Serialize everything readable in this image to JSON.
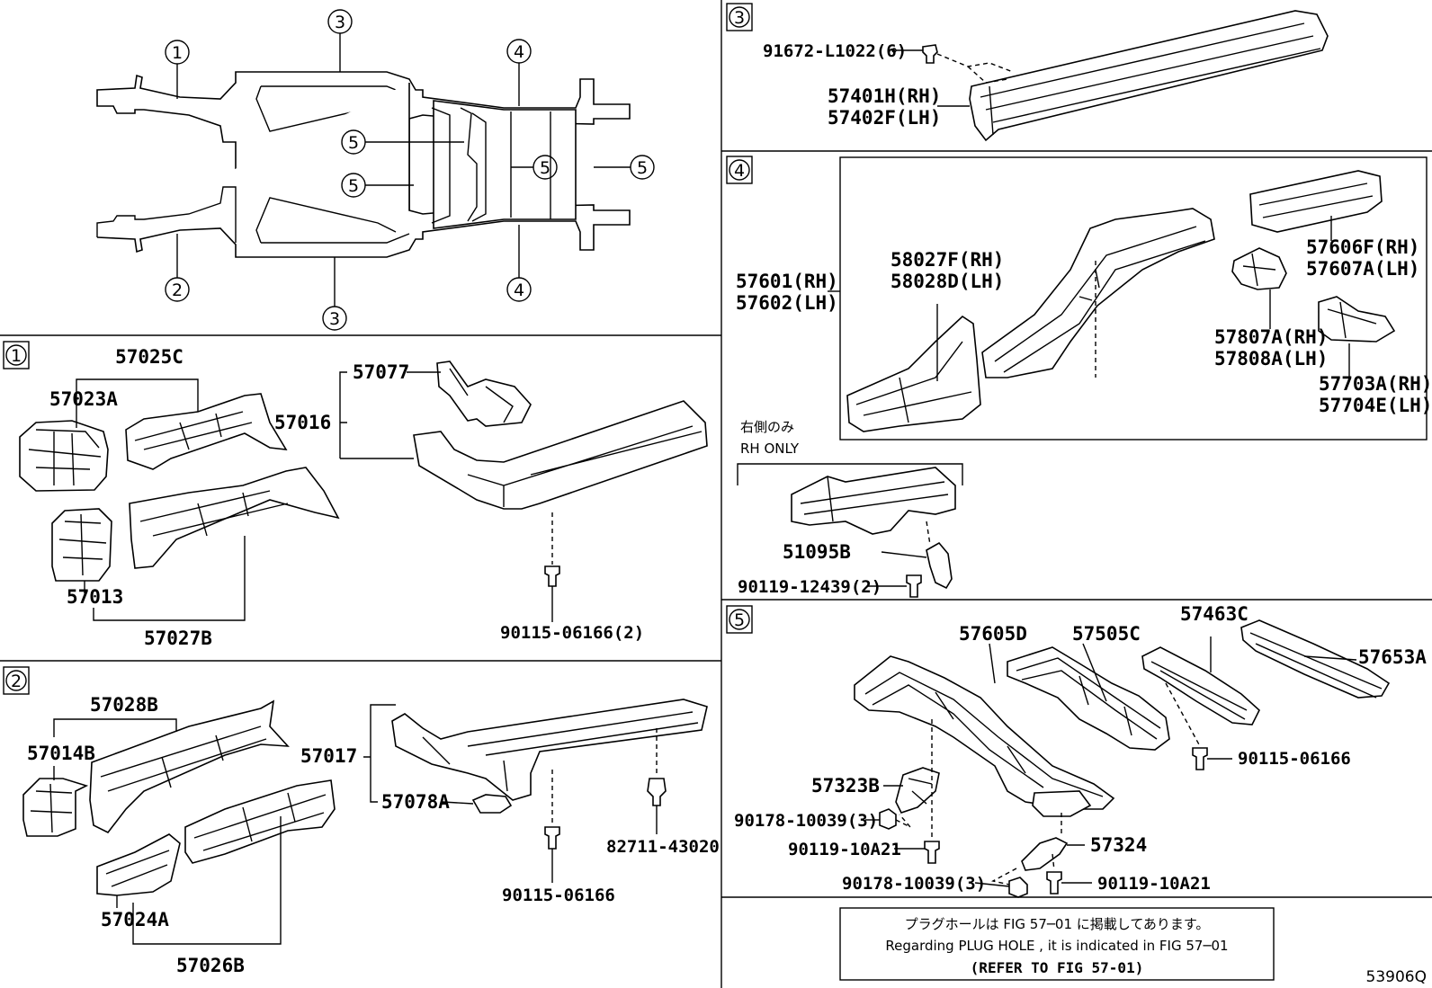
{
  "sections": {
    "s1": "1",
    "s2": "2",
    "s3": "3",
    "s4": "4",
    "s5": "5"
  },
  "overview": {
    "callouts": [
      "1",
      "2",
      "3",
      "3",
      "4",
      "4",
      "5",
      "5",
      "5",
      "5"
    ]
  },
  "section1": {
    "parts": [
      "57025C",
      "57023A",
      "57016",
      "57077",
      "57013",
      "57027B",
      "90115-06166(2)"
    ]
  },
  "section2": {
    "parts": [
      "57028B",
      "57014B",
      "57017",
      "57078A",
      "57024A",
      "57026B",
      "90115-06166",
      "82711-43020"
    ]
  },
  "section3": {
    "parts": [
      "91672-L1022(6)",
      "57401H(RH)",
      "57402F(LH)"
    ]
  },
  "section4": {
    "parts": [
      "57601(RH)",
      "57602(LH)",
      "58027F(RH)",
      "58028D(LH)",
      "57606F(RH)",
      "57607A(LH)",
      "57807A(RH)",
      "57808A(LH)",
      "57703A(RH)",
      "57704E(LH)"
    ],
    "rh_only_jp": "右側のみ",
    "rh_only_en": "RH ONLY",
    "rh_parts": [
      "51095B",
      "90119-12439(2)"
    ]
  },
  "section5": {
    "parts": [
      "57605D",
      "57505C",
      "57463C",
      "57653A",
      "90115-06166",
      "57323B",
      "90178-10039(3)",
      "90119-10A21",
      "57324",
      "90178-10039(3)",
      "90119-10A21"
    ]
  },
  "note": {
    "line1": "プラグホールは FIG 57─01 に掲載してあります。",
    "line2": "Regarding  PLUG  HOLE , it is indicated in FIG  57─01",
    "line3": "(REFER TO FIG 57-01)"
  },
  "figure_id": "53906Q"
}
